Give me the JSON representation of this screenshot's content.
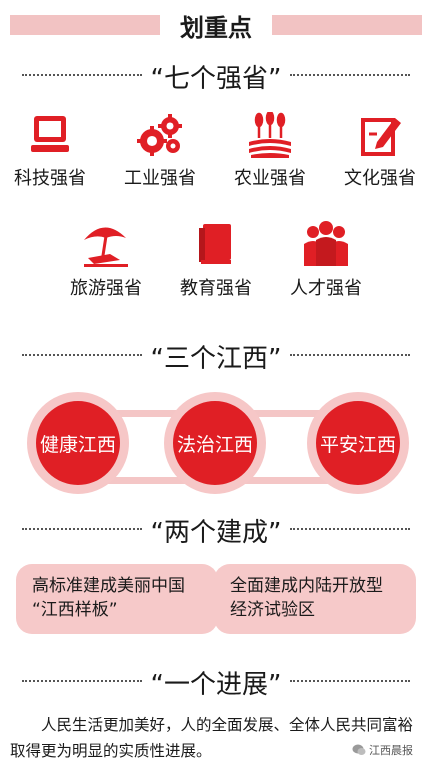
{
  "header": {
    "title": "划重点"
  },
  "sections": {
    "seven": {
      "title": "“七个强省”",
      "items": [
        "科技强省",
        "工业强省",
        "农业强省",
        "文化强省",
        "旅游强省",
        "教育强省",
        "人才强省"
      ]
    },
    "three": {
      "title": "“三个江西”",
      "items": [
        "健康江西",
        "法治江西",
        "平安江西"
      ]
    },
    "two": {
      "title": "“两个建成”",
      "items": [
        {
          "line1": "高标准建成美丽中国",
          "line2": "“江西样板”"
        },
        {
          "line1": "全面建成内陆开放型",
          "line2": "经济试验区"
        }
      ]
    },
    "one": {
      "title": "“一个进展”",
      "text": "人民生活更加美好，人的全面发展、全体人民共同富裕取得更为明显的实质性进展。"
    }
  },
  "watermark": "江西晨报",
  "colors": {
    "accent": "#e01f25",
    "light": "#f6c9c9"
  }
}
